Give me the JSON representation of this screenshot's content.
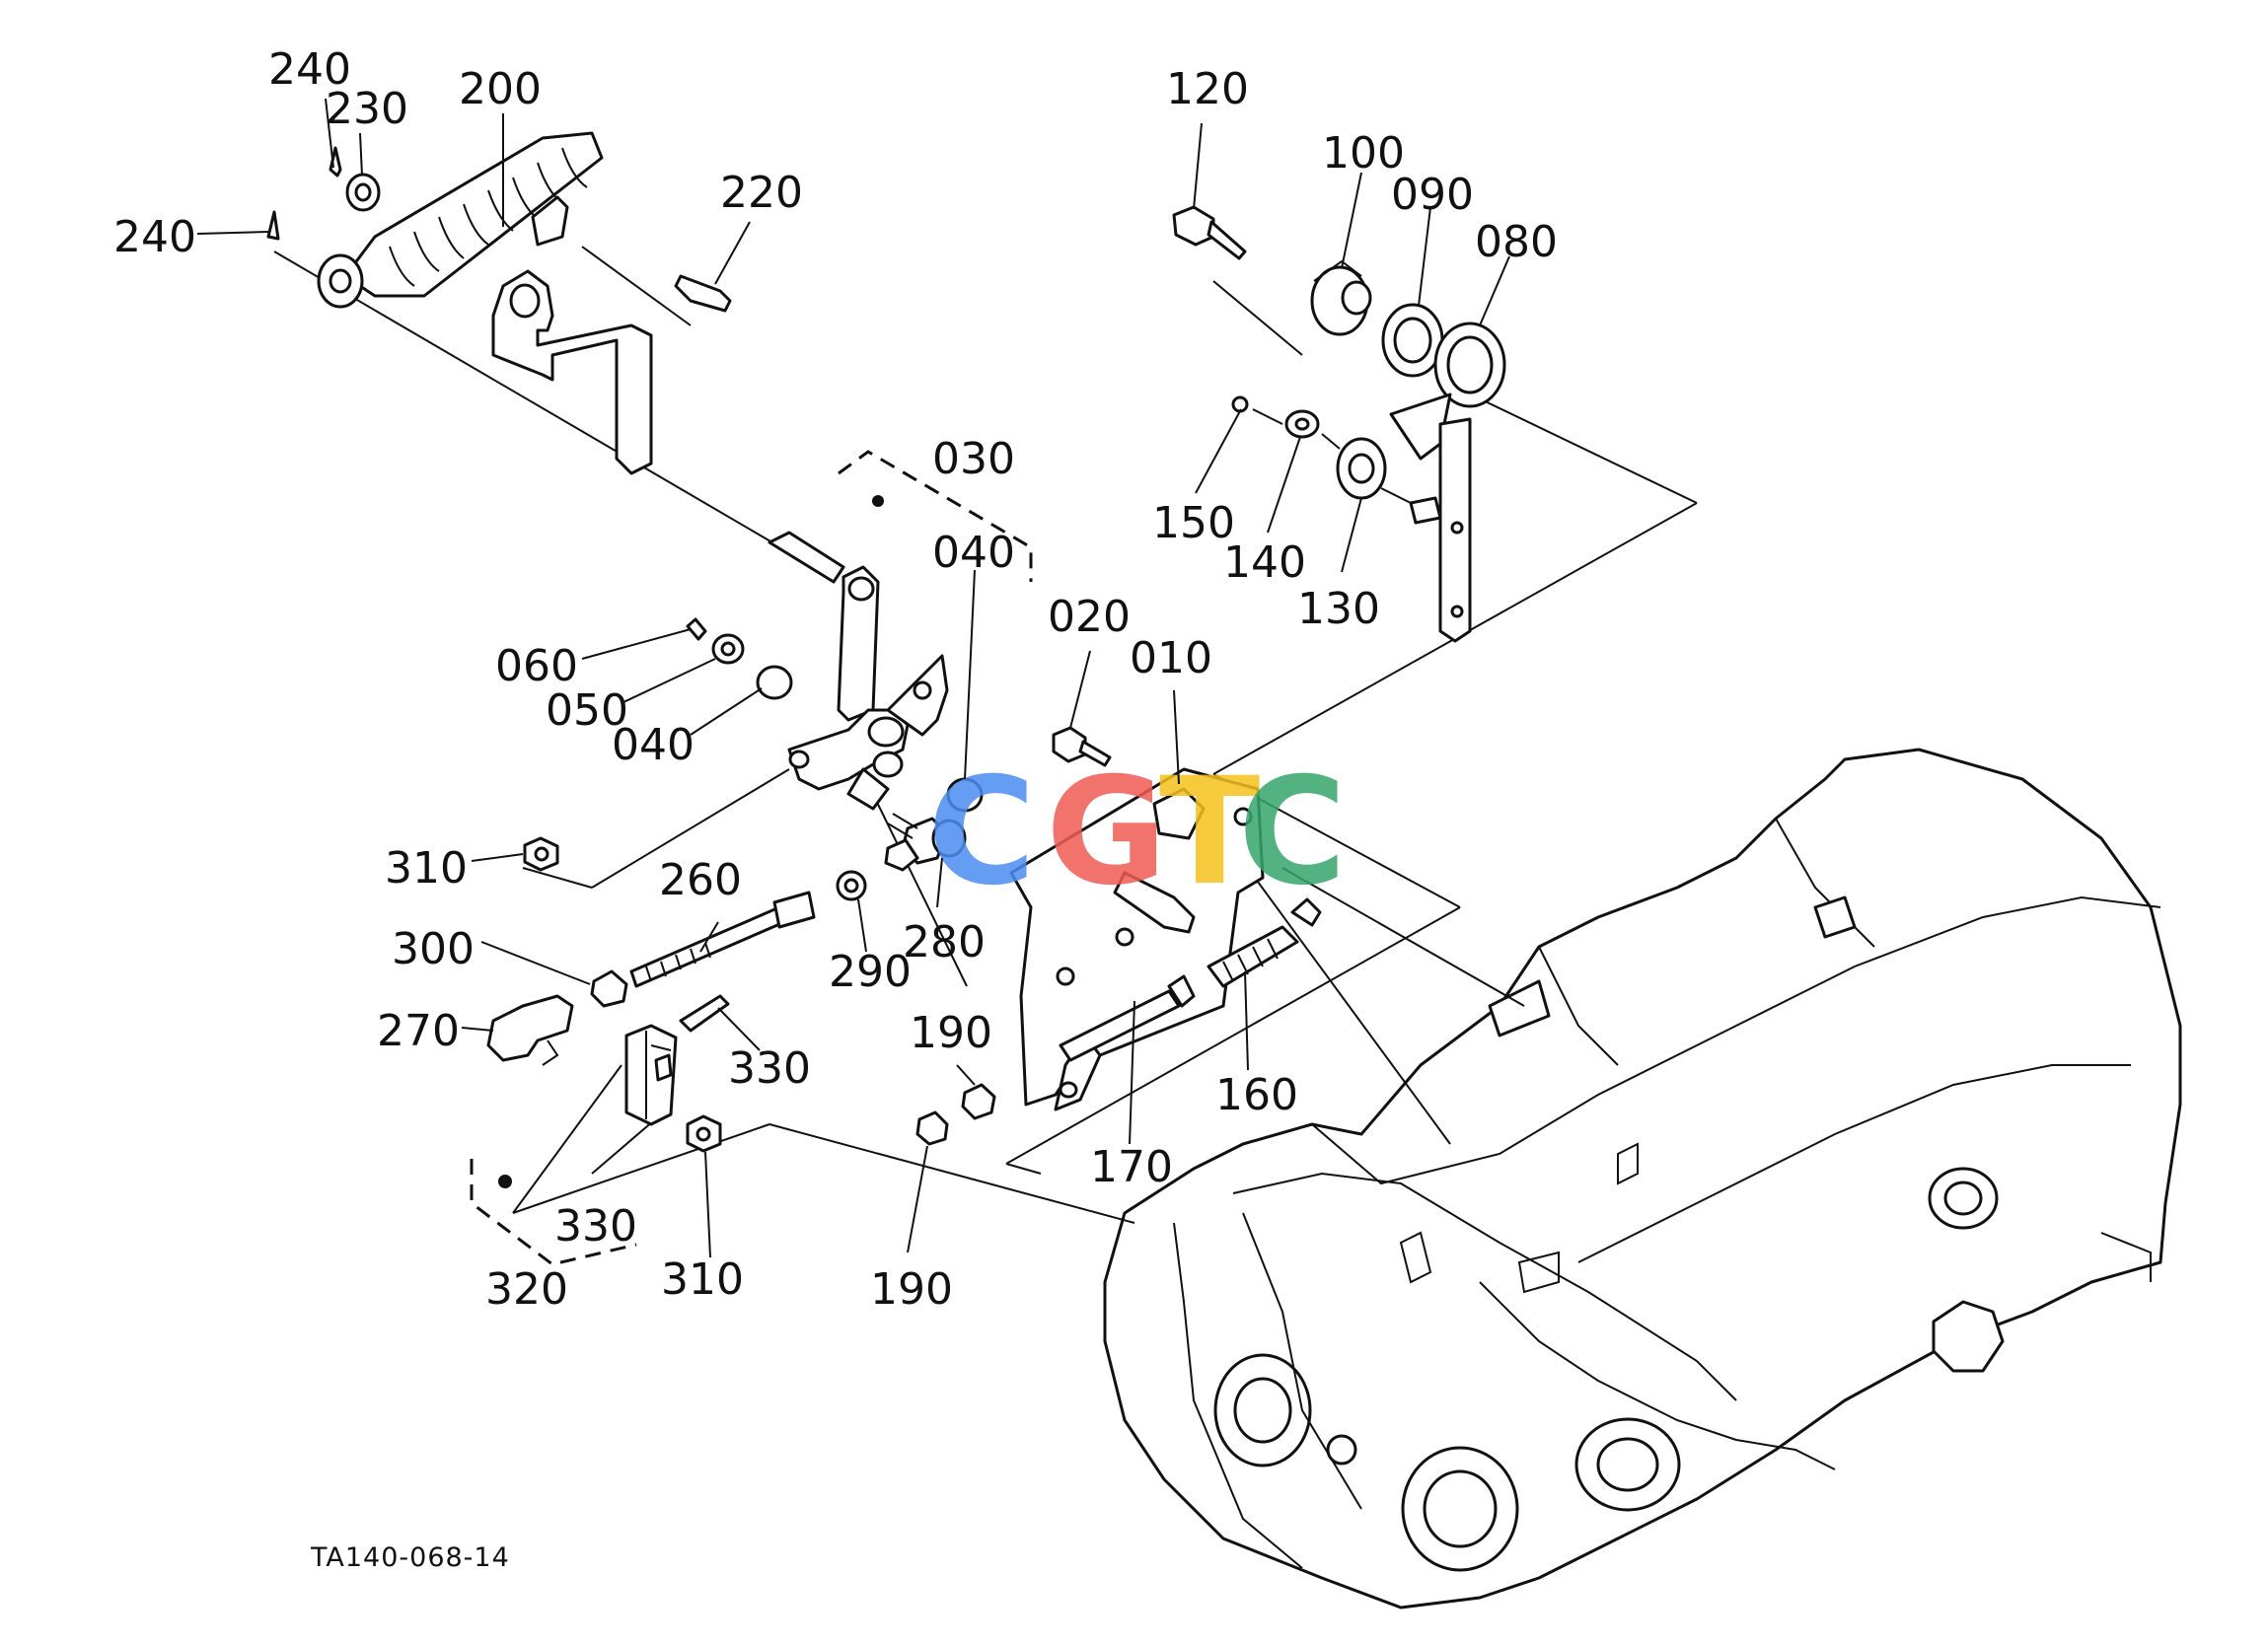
{
  "diagram": {
    "reference_code": "TA140-068-14",
    "watermark": {
      "letters": [
        "C",
        "G",
        "T",
        "C"
      ],
      "colors": [
        "#4a8df0",
        "#ef5b52",
        "#f4c11c",
        "#35a56b"
      ]
    },
    "callouts": [
      "240",
      "230",
      "200",
      "240",
      "220",
      "120",
      "100",
      "090",
      "080",
      "030",
      "040",
      "150",
      "140",
      "130",
      "060",
      "050",
      "040",
      "020",
      "010",
      "310",
      "260",
      "300",
      "290",
      "280",
      "270",
      "330",
      "190",
      "160",
      "170",
      "330",
      "320",
      "310",
      "190"
    ]
  }
}
